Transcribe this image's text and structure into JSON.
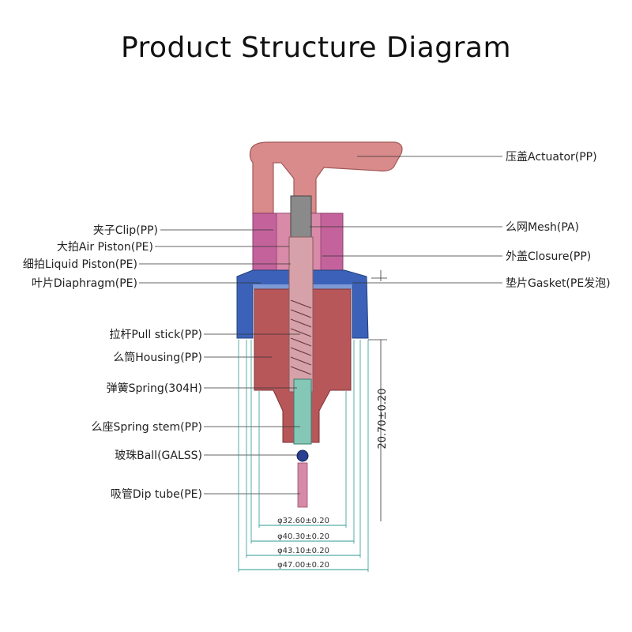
{
  "title": "Product  Structure  Diagram",
  "labels_left": {
    "clip": "夹子Clip(PP)",
    "air_piston": "大拍Air Piston(PE)",
    "liquid_piston": "细拍Liquid Piston(PE)",
    "diaphragm": "叶片Diaphragm(PE)",
    "pull_stick": "拉杆Pull stick(PP)",
    "housing": "么筒Housing(PP)",
    "spring": "弹簧Spring(304H)",
    "spring_stem": "么座Spring stem(PP)",
    "ball": "玻珠Ball(GALSS)",
    "dip_tube": "吸管Dip tube(PE)"
  },
  "labels_right": {
    "actuator": "压盖Actuator(PP)",
    "mesh": "么网Mesh(PA)",
    "closure": "外盖Closure(PP)",
    "gasket": "垫片Gasket(PE发泡)"
  },
  "dimensions": {
    "d1": "φ32.60±0.20",
    "d2": "φ40.30±0.20",
    "d3": "φ43.10±0.20",
    "d4": "φ47.00±0.20",
    "height": "20.70±0.20"
  },
  "colors": {
    "actuator": "#d98b8b",
    "collar": "#c4639b",
    "closure": "#3b62b8",
    "housing": "#b8575a",
    "stem": "#d6a1a8",
    "spring_stem": "#84c7b6",
    "dim_line": "#2b9a92"
  }
}
